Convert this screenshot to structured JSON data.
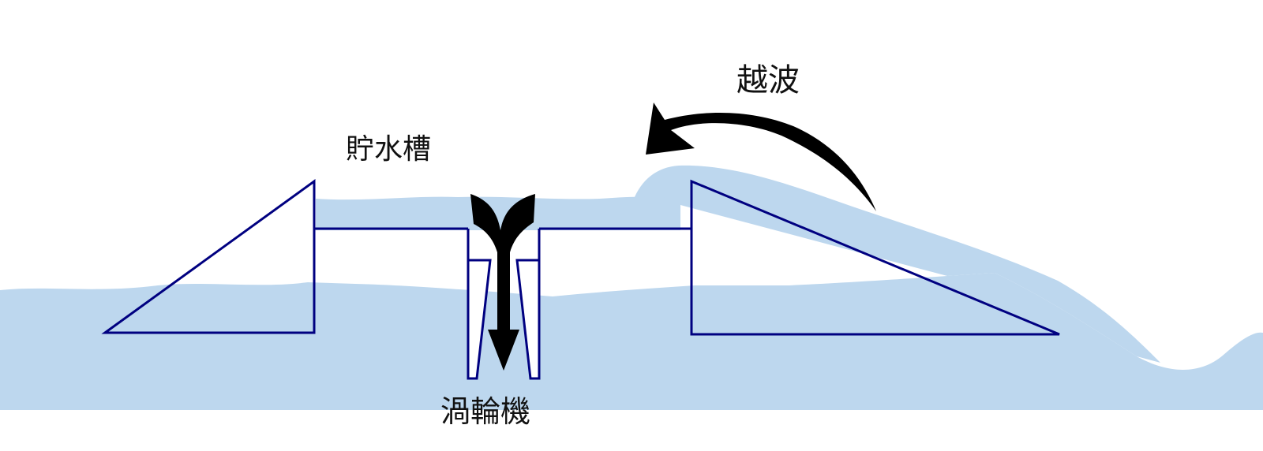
{
  "labels": {
    "reservoir": "貯水槽",
    "turbine": "渦輪機",
    "overtopping_wave": "越波"
  },
  "colors": {
    "water": "#BDD7EE",
    "structure_outline": "#000080",
    "arrow": "#000000",
    "text": "#111111",
    "background": "#FFFFFF"
  },
  "icons": {
    "flow_arrow": "curved-arrow-left",
    "turbine_flow": "split-downward-arrow"
  }
}
